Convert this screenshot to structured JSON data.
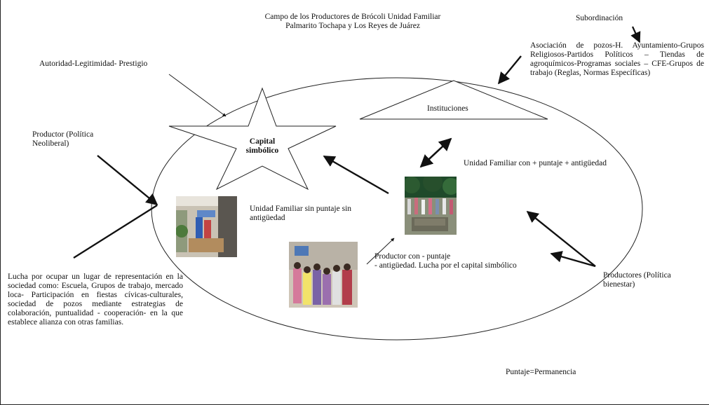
{
  "title": {
    "line1": "Campo de los Productores de Brócoli Unidad Familiar",
    "line2": "Palmarito  Tochapa y Los Reyes de Juárez"
  },
  "subordinacion": "Subordinación",
  "asociacion": "Asociación de pozos-H. Ayuntamiento-Grupos Religiosos-Partidos Políticos – Tiendas de agroquímicos-Programas sociales – CFE-Grupos de trabajo (Reglas, Normas Específicas)",
  "autoridad": "Autoridad-Legitimidad-  Prestigio",
  "productor_neoliberal": "Productor (Política Neoliberal)",
  "instituciones": "Instituciones",
  "capital_simbolico": {
    "line1": "Capital",
    "line2": "simbólico"
  },
  "unidad_con": "Unidad   Familiar   con   +   puntaje   + antigüedad",
  "unidad_sin": "Unidad Familiar  sin puntaje sin antigüedad",
  "productor_con": {
    "line1": "Productor con - puntaje",
    "line2": "- antigüedad.  Lucha por el capital simbólico"
  },
  "productores_bienestar": "Productores (Política bienestar)",
  "lucha": "Lucha por ocupar un lugar de representación en la sociedad como: Escuela, Grupos de trabajo, mercado loca- Participación en fiestas cívicas-culturales, sociedad de pozos mediante estrategias de colaboración, puntualidad - cooperación- en la que establece alianza con otras familias.",
  "puntaje": "Puntaje=Permanencia"
}
